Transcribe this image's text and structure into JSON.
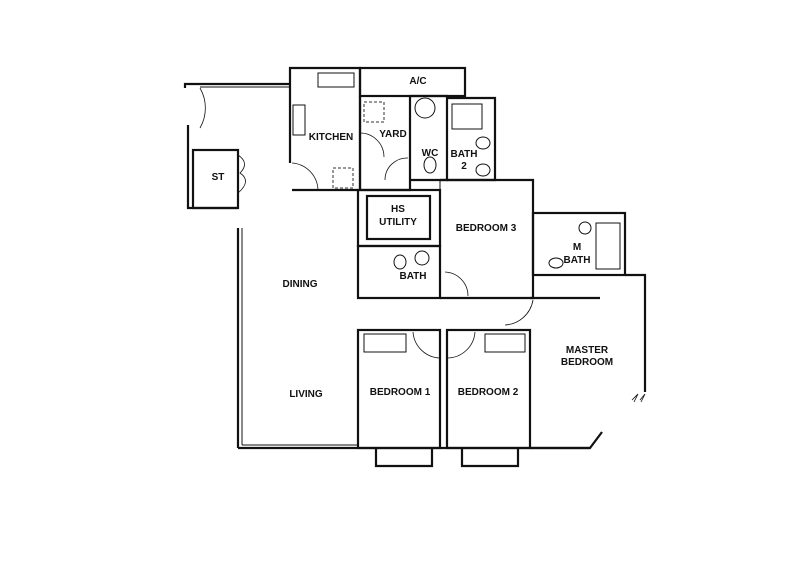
{
  "rooms": {
    "ac": "A/C",
    "kitchen": "KITCHEN",
    "yard": "YARD",
    "wc": "WC",
    "bath2_line1": "BATH",
    "bath2_line2": "2",
    "st": "ST",
    "hs_line1": "HS",
    "hs_line2": "UTILITY",
    "bedroom3": "BEDROOM 3",
    "mbath_line1": "M",
    "mbath_line2": "BATH",
    "bath": "BATH",
    "dining": "DINING",
    "master_line1": "MASTER",
    "master_line2": "BEDROOM",
    "living": "LIVING",
    "bedroom1": "BEDROOM 1",
    "bedroom2": "BEDROOM 2"
  }
}
